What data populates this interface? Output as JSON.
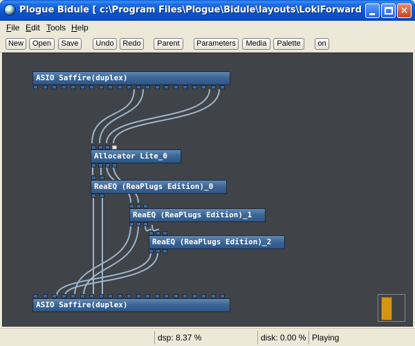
{
  "window": {
    "title": "Plogue Bidule [ c:\\Program Files\\Plogue\\Bidule\\layouts\\LokiForwardTime.bidu..."
  },
  "menu": [
    {
      "label": "File",
      "accel": "F",
      "rest": "ile"
    },
    {
      "label": "Edit",
      "accel": "E",
      "rest": "dit"
    },
    {
      "label": "Tools",
      "accel": "T",
      "rest": "ools"
    },
    {
      "label": "Help",
      "accel": "H",
      "rest": "elp"
    }
  ],
  "toolbar": [
    "New",
    "Open",
    "Save",
    "Undo",
    "Redo",
    "Parent",
    "Parameters",
    "Media",
    "Palette",
    "on"
  ],
  "nodes": {
    "asio_top": "ASIO Saffire(duplex)",
    "allocator": "Allocator Lite_0",
    "reaeq_0": "ReaEQ (ReaPlugs Edition)_0",
    "reaeq_1": "ReaEQ (ReaPlugs Edition)_1",
    "reaeq_2": "ReaEQ (ReaPlugs Edition)_2",
    "asio_bottom": "ASIO Saffire(duplex)"
  },
  "status": {
    "dsp": "dsp:  8.37 %",
    "disk": "disk:  0.00 %",
    "state": "Playing"
  },
  "colors": {
    "canvas": "#404347",
    "node": "#3e6796",
    "wire": "#9fb6cc",
    "minimap_view": "#d49516"
  }
}
